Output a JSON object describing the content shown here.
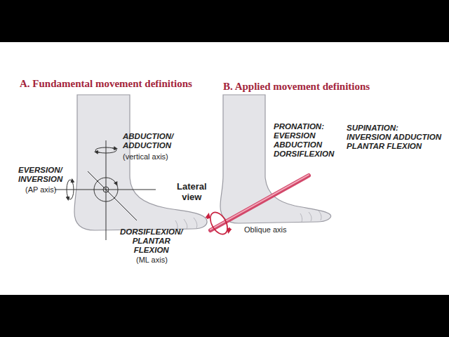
{
  "diagram": {
    "labels": [
      "A. Fundamental movement definitions",
      "B. Applied movement definitions",
      "ABDUCTION/ ADDUCTION",
      "(vertical axis)",
      "EVERSION/ INVERSION",
      "(AP axis)",
      "DORSIFLEXION/ PLANTAR FLEXION",
      "(ML axis)",
      "Lateral view",
      "PRONATION: EVERSION ABDUCTION DORSIFLEXION",
      "SUPINATION: INVERSION ADDUCTION PLANTAR FLEXION",
      "Oblique axis"
    ]
  }
}
